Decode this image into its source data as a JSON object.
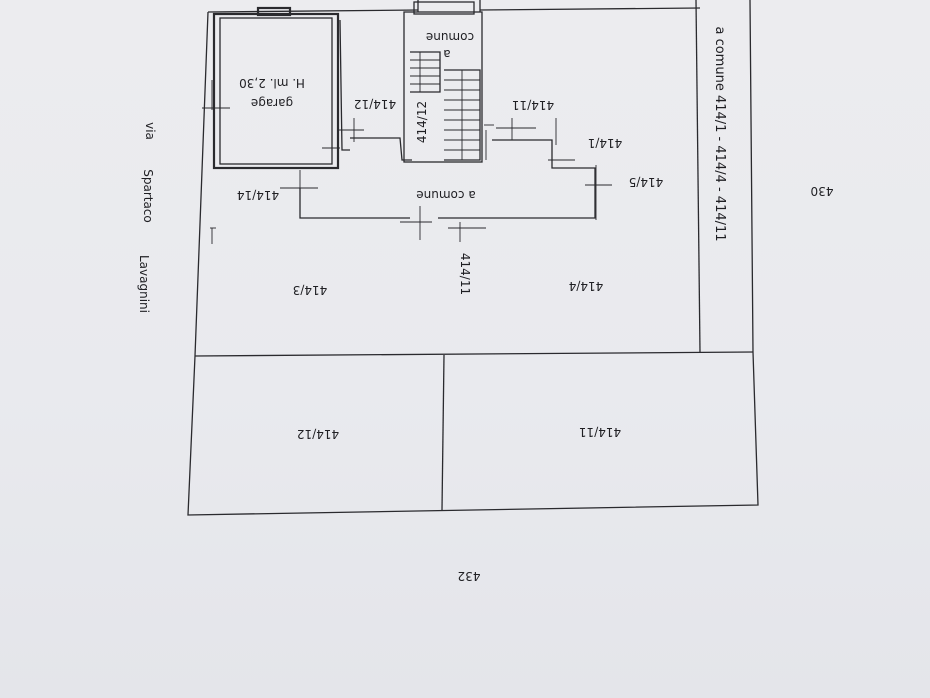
{
  "labels": {
    "garage": "garage",
    "height": "H. ml. 2,30",
    "a_comune_top_1": "a",
    "a_comune_top_2": "comune",
    "sub_414_12_left": "414/12",
    "sub_414_12_stair": "414/12",
    "sub_414_11_upper": "414/11",
    "sub_414_1": "414/1",
    "sub_414_5": "414/5",
    "sub_414_14": "414/14",
    "a_comune_corridor": "a comune",
    "sub_414_11_vertical": "414/11",
    "sub_414_3": "414/3",
    "sub_414_4": "414/4",
    "sub_414_12_lower": "414/12",
    "sub_414_11_lower": "414/11",
    "strip_label": "a comune 414/1 - 414/4 - 414/11",
    "parcel_430": "430",
    "parcel_432": "432",
    "street_via": "via",
    "street_spartaco": "Spartaco",
    "street_lavagnini": "Lavagnini"
  }
}
